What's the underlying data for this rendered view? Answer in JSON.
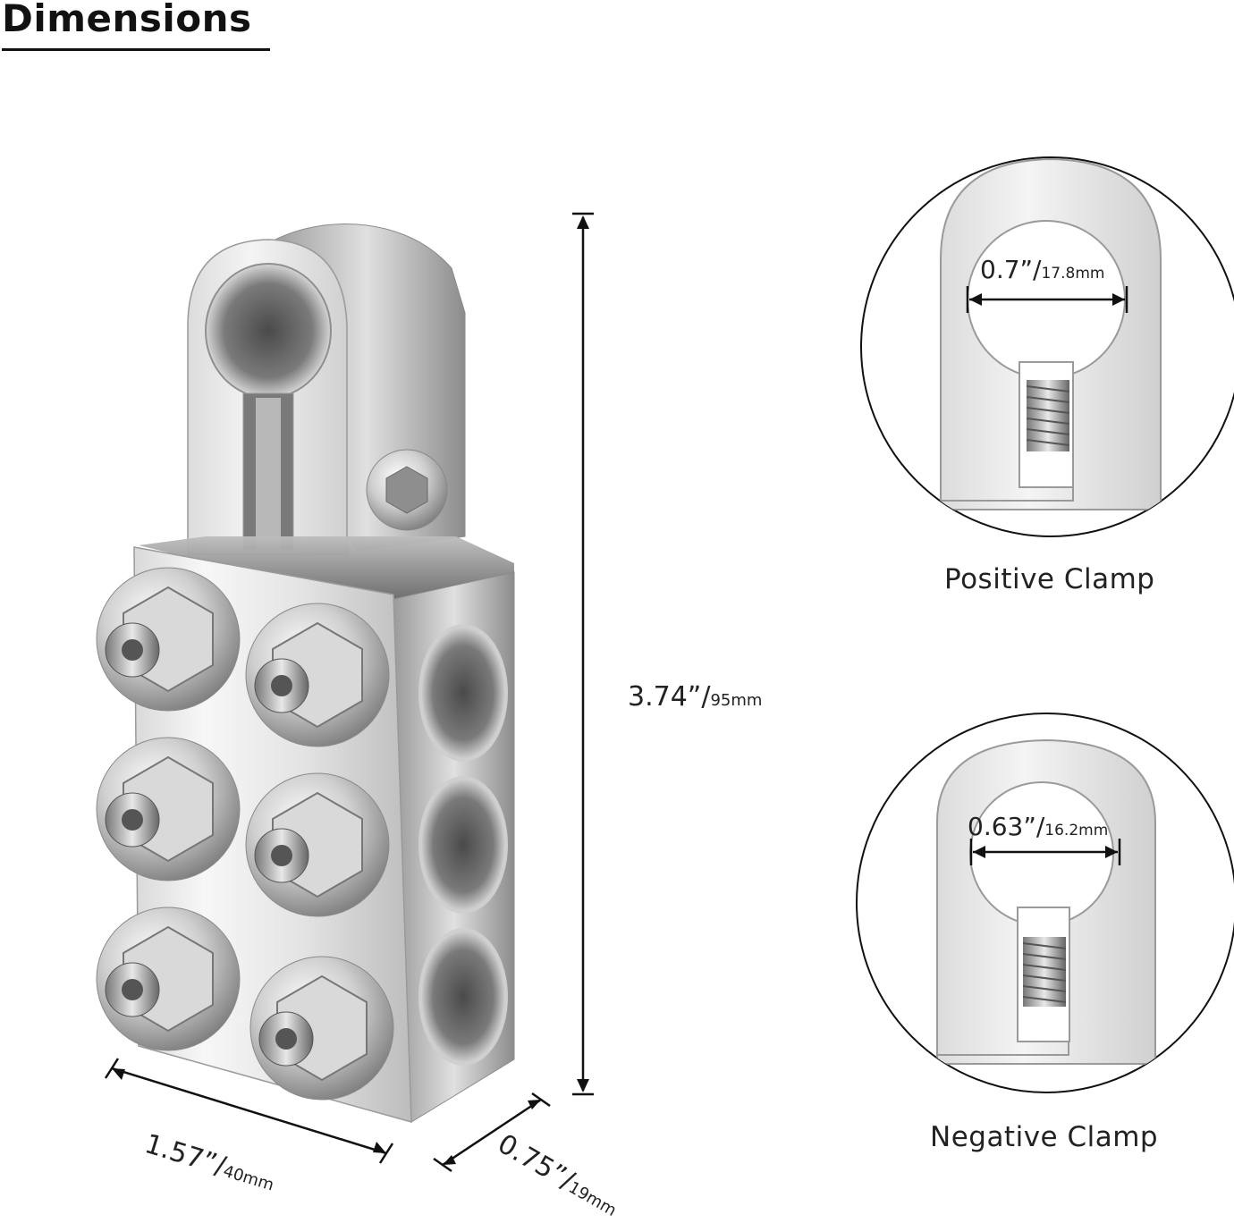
{
  "title": "Dimensions",
  "dimensions": {
    "height": {
      "inch": "3.74”/",
      "mm": "95mm"
    },
    "width": {
      "inch": "1.57”/",
      "mm": "40mm"
    },
    "depth": {
      "inch": "0.75”/",
      "mm": "19mm"
    },
    "positive_bore": {
      "inch": "0.7”/",
      "mm": "17.8mm"
    },
    "negative_bore": {
      "inch": "0.63”/",
      "mm": "16.2mm"
    }
  },
  "captions": {
    "positive": "Positive Clamp",
    "negative": "Negative Clamp"
  },
  "colors": {
    "metal_light": "#f2f2f2",
    "metal_mid": "#c8c8c8",
    "metal_dark": "#6e6e6e",
    "line": "#111111"
  }
}
